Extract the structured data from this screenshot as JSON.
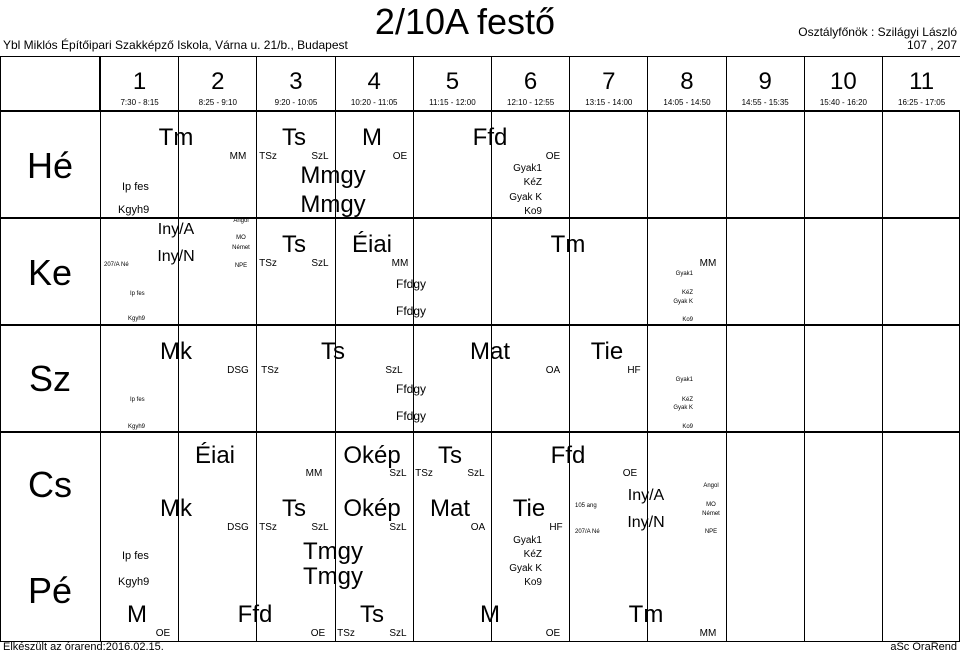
{
  "header": {
    "school": "Ybl Miklós Építőipari Szakképző Iskola, Várna u. 21/b., Budapest",
    "title": "2/10A festő",
    "teacher": "Osztályfőnök : Szilágyi László",
    "rooms": "107 , 207"
  },
  "periods": [
    {
      "num": "1",
      "time": "7:30 - 8:15"
    },
    {
      "num": "2",
      "time": "8:25 - 9:10"
    },
    {
      "num": "3",
      "time": "9:20 - 10:05"
    },
    {
      "num": "4",
      "time": "10:20 - 11:05"
    },
    {
      "num": "5",
      "time": "11:15 - 12:00"
    },
    {
      "num": "6",
      "time": "12:10 - 12:55"
    },
    {
      "num": "7",
      "time": "13:15 - 14:00"
    },
    {
      "num": "8",
      "time": "14:05 - 14:50"
    },
    {
      "num": "9",
      "time": "14:55 - 15:35"
    },
    {
      "num": "10",
      "time": "15:40 - 16:20"
    },
    {
      "num": "11",
      "time": "16:25 - 17:05"
    }
  ],
  "days": {
    "mon": "Hé",
    "tue": "Ke",
    "wed": "Sz",
    "thu": "Cs",
    "fri": "Pé"
  },
  "lessons": {
    "mon": {
      "tm": "Tm",
      "tm_t": "MM",
      "ts": "Ts",
      "ts_g": "TSz",
      "ts_t": "SzL",
      "m": "M",
      "m_t": "OE",
      "ffd": "Ffd",
      "ffd_t": "OE",
      "ip": "Ip fes",
      "kgyh": "Kgyh9",
      "mmgy1": "Mmgy",
      "mmgy2": "Mmgy",
      "g1": "Gyak1",
      "g2": "KéZ",
      "g3": "Gyak K",
      "g4": "Ko9"
    },
    "tue": {
      "a1": "Iny/A",
      "a2": "Iny/N",
      "lang1": "Angol",
      "lang2": "MO",
      "lang3": "Német",
      "lang4": "NPE",
      "room207": "207/A Né",
      "ts": "Ts",
      "ts_g": "TSz",
      "ts_t": "SzL",
      "eiai": "Éiai",
      "eiai_t": "MM",
      "tm": "Tm",
      "tm_t": "MM",
      "ip": "Ip fes",
      "kgyh": "Kgyh9",
      "ffdgy1": "Ffdgy",
      "ffdgy2": "Ffdgy",
      "g1": "Gyak1",
      "g2": "KéZ",
      "g3": "Gyak K",
      "g4": "Ko9"
    },
    "wed": {
      "mk": "Mk",
      "mk_t": "DSG",
      "ts": "Ts",
      "ts_g": "TSz",
      "ts_t": "SzL",
      "mat": "Mat",
      "mat_t": "OA",
      "tie": "Tie",
      "tie_t": "HF",
      "ip": "Ip fes",
      "kgyh": "Kgyh9",
      "ffdgy1": "Ffdgy",
      "ffdgy2": "Ffdgy",
      "g1": "Gyak1",
      "g2": "KéZ",
      "g3": "Gyak K",
      "g4": "Ko9"
    },
    "thu": {
      "eiai": "Éiai",
      "eiai_t": "MM",
      "okep": "Okép",
      "okep_t": "SzL",
      "ts": "Ts",
      "ts_g": "TSz",
      "ts_t": "SzL",
      "ffd": "Ffd",
      "ffd_t": "OE",
      "mk": "Mk",
      "mk_t": "DSG",
      "ts2": "Ts",
      "ts2_g": "TSz",
      "ts2_t": "SzL",
      "okep2": "Okép",
      "okep2_t": "SzL",
      "mat": "Mat",
      "mat_t": "OA",
      "tie": "Tie",
      "tie_t": "HF",
      "r105": "105 ang",
      "r207": "207/A Né",
      "a1": "Iny/A",
      "a2": "Iny/N",
      "lang1": "Angol",
      "lang2": "MO",
      "lang3": "Német",
      "lang4": "NPE"
    },
    "fri": {
      "ip": "Ip fes",
      "kgyh": "Kgyh9",
      "tmgy1": "Tmgy",
      "tmgy2": "Tmgy",
      "g1": "Gyak1",
      "g2": "KéZ",
      "g3": "Gyak K",
      "g4": "Ko9",
      "m": "M",
      "m_t": "OE",
      "ffd": "Ffd",
      "ffd_t": "OE",
      "ts": "Ts",
      "ts_g": "TSz",
      "ts_t": "SzL",
      "m2": "M",
      "m2_t": "OE",
      "tm": "Tm",
      "tm_t": "MM"
    }
  },
  "footer": {
    "generated": "Elkészült az órarend:2016.02.15.",
    "brand": "aSc OraRend"
  }
}
